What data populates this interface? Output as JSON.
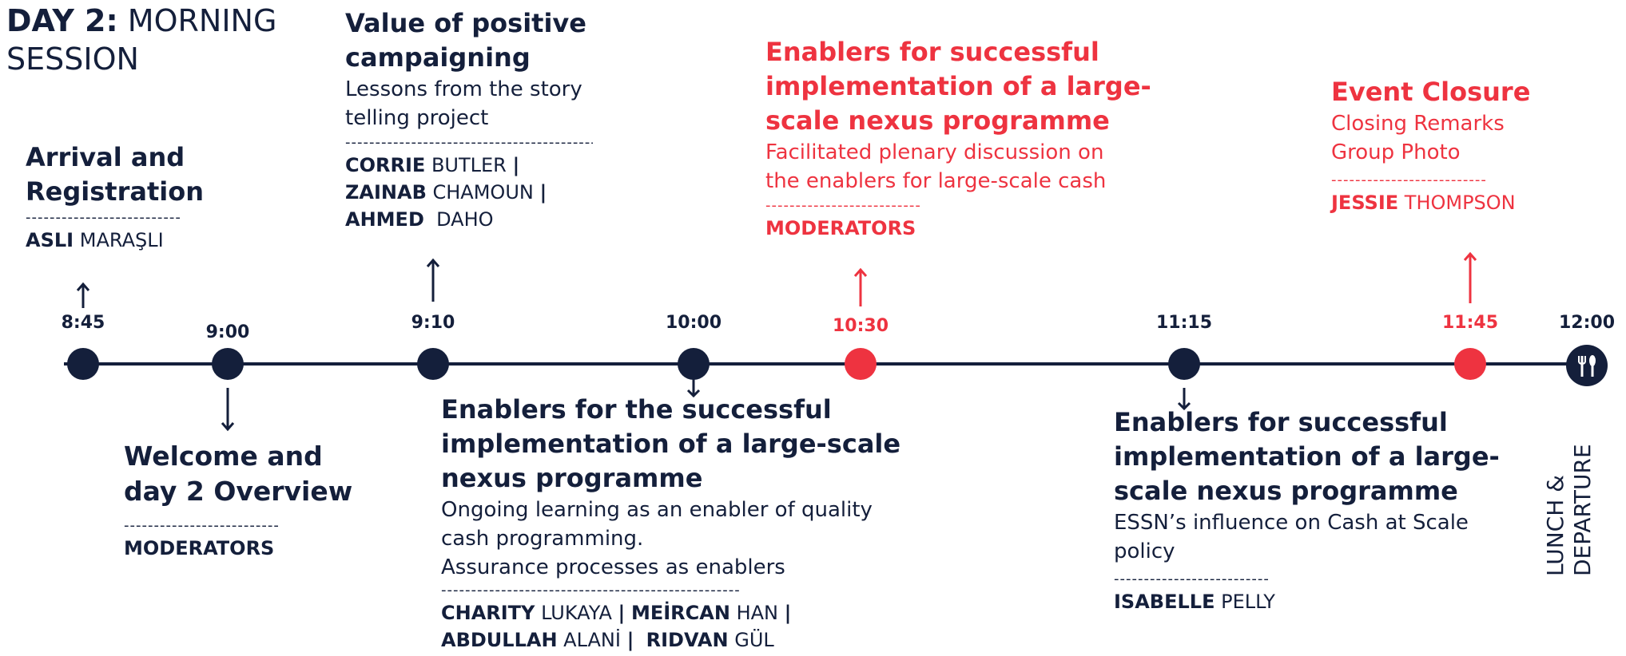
{
  "header": {
    "day": "DAY 2:",
    "rest_line1": "MORNING",
    "line2": "SESSION"
  },
  "colors": {
    "navy": "#141f3b",
    "accent": "#ee3340"
  },
  "dashes": {
    "short": "------------------",
    "mid": "--------------------------",
    "long": "--------------------------------------------------"
  },
  "events": {
    "arrival": {
      "time": "8:45",
      "title1": "Arrival and",
      "title2": "Registration",
      "speaker_first": "ASLI",
      "speaker_last": "MARAŞLI"
    },
    "welcome": {
      "time": "9:00",
      "title1": "Welcome and",
      "title2": "day 2 Overview",
      "speaker": "MODERATORS"
    },
    "positive": {
      "time": "9:10",
      "title1": "Value of positive",
      "title2": "campaigning",
      "sub1": "Lessons from the story",
      "sub2": "telling project",
      "s1_first": "CORRIE",
      "s1_last": "BUTLER",
      "s2_first": "ZAINAB",
      "s2_last": "CHAMOUN",
      "s3_first": "AHMED",
      "s3_last": "DAHO",
      "sep": "|"
    },
    "enablers_1000": {
      "time": "10:00",
      "title1": "Enablers for the successful",
      "title2": "implementation of a large-scale",
      "title3": "nexus programme",
      "sub1": "Ongoing learning as an enabler of quality",
      "sub2": "cash programming.",
      "sub3": "Assurance processes as enablers",
      "s1_first": "CHARITY",
      "s1_last": "LUKAYA",
      "s2_first": "MEİRCAN",
      "s2_last": "HAN",
      "s3_first": "ABDULLAH",
      "s3_last": "ALANİ",
      "s4_first": "RIDVAN",
      "s4_last": "GÜL",
      "sep": "|"
    },
    "enablers_1030": {
      "time": "10:30",
      "title1": "Enablers for successful",
      "title2": "implementation of a large-",
      "title3": "scale nexus programme",
      "sub1": "Facilitated plenary discussion on",
      "sub2": "the enablers for large-scale cash",
      "speaker": "MODERATORS"
    },
    "enablers_1115": {
      "time": "11:15",
      "title1": "Enablers for successful",
      "title2": "implementation of a large-",
      "title3": "scale nexus programme",
      "sub1": "ESSN’s influence on Cash at Scale",
      "sub2": "policy",
      "speaker_first": "ISABELLE",
      "speaker_last": "PELLY"
    },
    "closure": {
      "time": "11:45",
      "title1": "Event Closure",
      "sub1": "Closing Remarks",
      "sub2": "Group Photo",
      "speaker_first": "JESSIE",
      "speaker_last": "THOMPSON"
    },
    "lunch": {
      "time": "12:00",
      "label": "LUNCH & DEPARTURE",
      "icon": "fork-spoon-icon"
    }
  }
}
